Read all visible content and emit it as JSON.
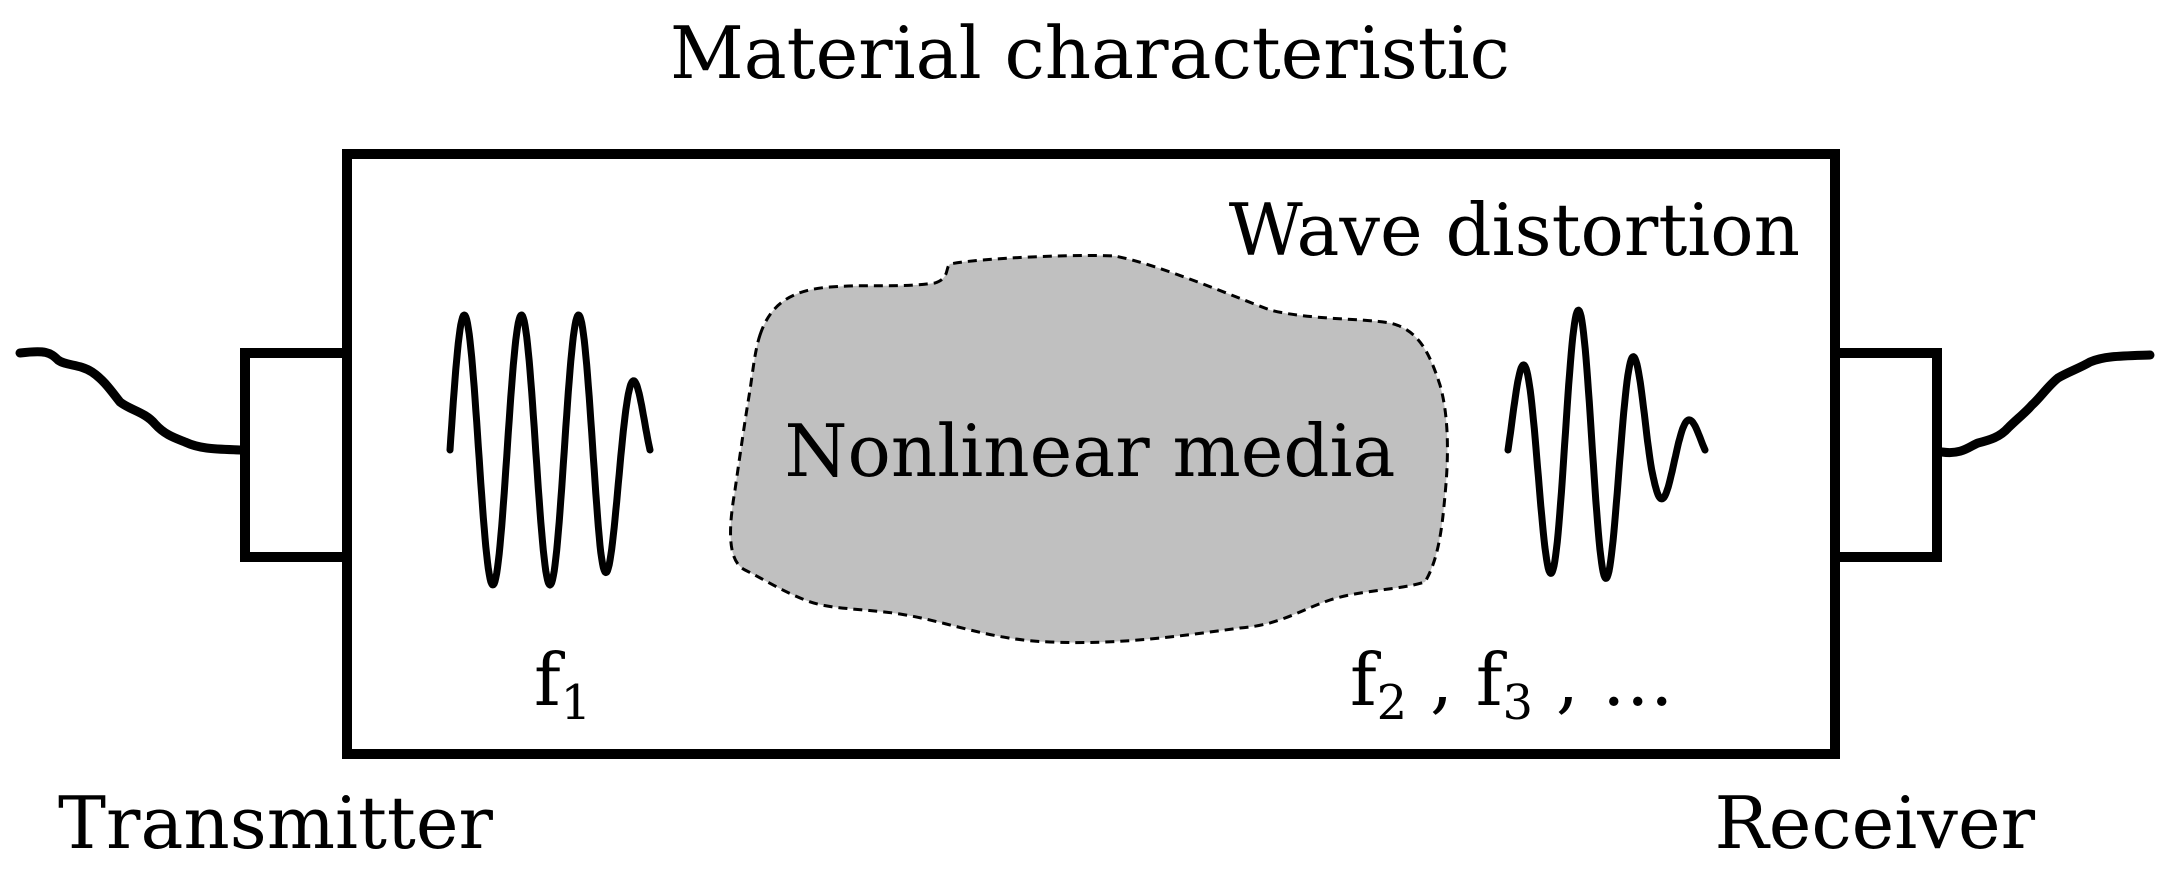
{
  "title": "Material characteristic",
  "box_label": "Wave distortion",
  "media_label": "Nonlinear media",
  "input_frequency": {
    "base": "f",
    "sub": "1"
  },
  "output_frequencies": [
    {
      "base": "f",
      "sub": "2"
    },
    {
      "base": "f",
      "sub": "3"
    }
  ],
  "output_separator": " , ",
  "output_ellipsis": "…",
  "transmitter_label": "Transmitter",
  "receiver_label": "Receiver",
  "colors": {
    "line": "#000000",
    "media_fill": "#c0c0c0",
    "background": "#ffffff"
  }
}
